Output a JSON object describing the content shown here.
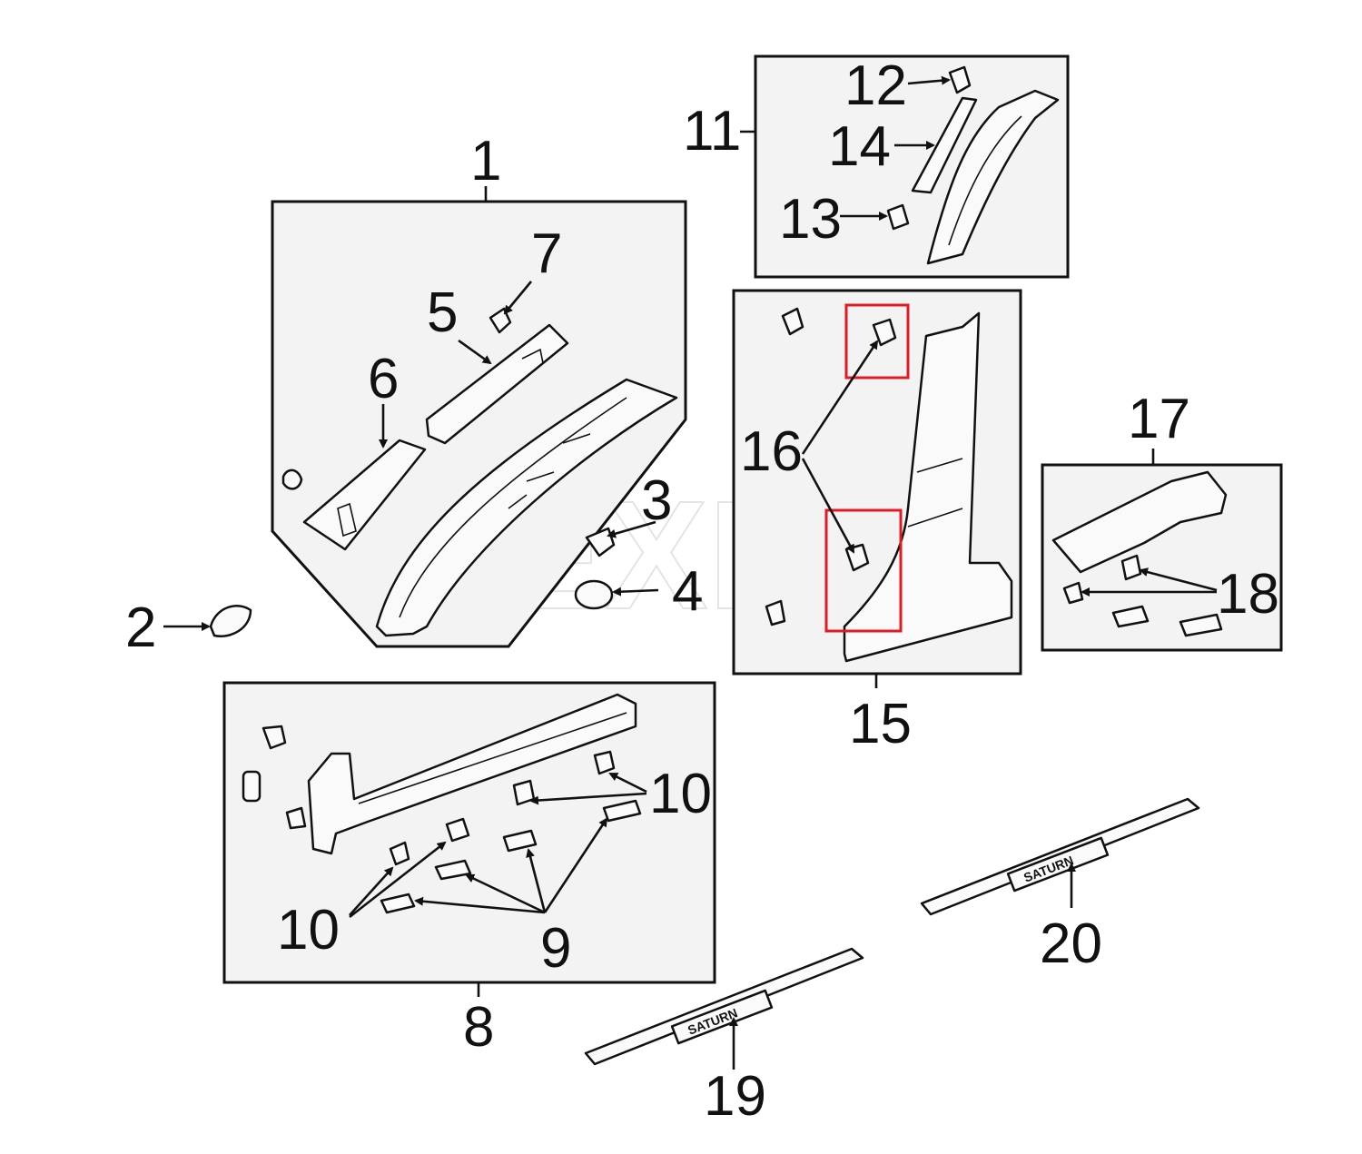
{
  "watermark": "REXKA",
  "callouts": [
    {
      "id": "1",
      "label": "1"
    },
    {
      "id": "2",
      "label": "2"
    },
    {
      "id": "3",
      "label": "3"
    },
    {
      "id": "4",
      "label": "4"
    },
    {
      "id": "5",
      "label": "5"
    },
    {
      "id": "6",
      "label": "6"
    },
    {
      "id": "7",
      "label": "7"
    },
    {
      "id": "8",
      "label": "8"
    },
    {
      "id": "9",
      "label": "9"
    },
    {
      "id": "10a",
      "label": "10"
    },
    {
      "id": "10b",
      "label": "10"
    },
    {
      "id": "11",
      "label": "11"
    },
    {
      "id": "12",
      "label": "12"
    },
    {
      "id": "13",
      "label": "13"
    },
    {
      "id": "14",
      "label": "14"
    },
    {
      "id": "15",
      "label": "15"
    },
    {
      "id": "16",
      "label": "16"
    },
    {
      "id": "17",
      "label": "17"
    },
    {
      "id": "18",
      "label": "18"
    },
    {
      "id": "19",
      "label": "19"
    },
    {
      "id": "20",
      "label": "20"
    }
  ],
  "sill_plate_logo": "SATURN",
  "highlight_color": "#e01b24"
}
